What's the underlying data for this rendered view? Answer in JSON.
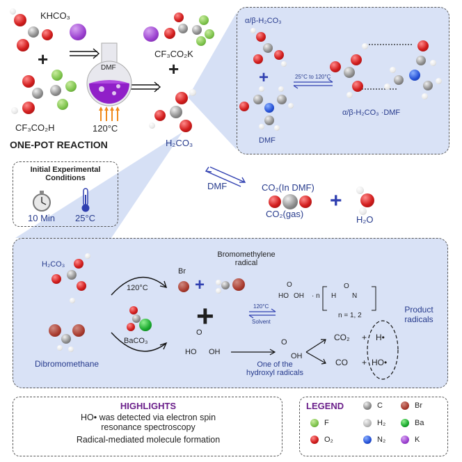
{
  "top_left": {
    "reagent1": "KHCO₃",
    "reagent2": "CF₃CO₂H",
    "flask_label": "DMF",
    "temperature": "120°C",
    "title": "ONE-POT REACTION"
  },
  "top_middle": {
    "product_salt": "CF₃CO₂K",
    "product_acid": "H₂CO₃"
  },
  "top_right": {
    "species_label": "α/β-H₂CO₃",
    "equilibrium_label": "25°C to 120°C",
    "dmf_label": "DMF",
    "complex_label": "α/β-H₂CO₃ ·DMF"
  },
  "conditions": {
    "title_line1": "Initial Experimental",
    "title_line2": "Conditions",
    "time": "10 Min",
    "temp": "25°C"
  },
  "decomposition": {
    "solvent": "DMF",
    "co2_dmf": "CO₂(In DMF)",
    "co2_gas": "CO₂(gas)",
    "water": "H₂O"
  },
  "bottom_panel": {
    "h2co3": "H₂CO₃",
    "dibromomethane": "Dibromomethane",
    "temp_top": "120°C",
    "baco3": "BaCO₃",
    "br": "Br",
    "radical_line1": "Bromomethylene",
    "radical_line2": "radical",
    "eq_temp": "120°C",
    "eq_solvent": "Solvent",
    "complex_n": "n = 1, 2",
    "hoh_1": "HO",
    "hoh_2": "OH",
    "complex_acid": "HO",
    "complex_acid2": "OH",
    "complex_dot_n": "· n",
    "amide_h": "H",
    "amide_n": "N",
    "amide_o": "O",
    "acid_o": "O",
    "radical_o": "O",
    "radical_oh": "OH",
    "hydroxyl_line1": "One of the",
    "hydroxyl_line2": "hydroxyl radicals",
    "co2": "CO₂",
    "co": "CO",
    "plus1": "+",
    "plus2": "+",
    "h_rad": "H•",
    "ho_rad": "HO•",
    "product_line1": "Product",
    "product_line2": "radicals"
  },
  "highlights": {
    "title": "HIGHLIGHTS",
    "line1": "HO• was detected via electron spin",
    "line2": "resonance spectroscopy",
    "line3": "Radical-mediated molecule formation"
  },
  "legend": {
    "title": "LEGEND",
    "items": [
      {
        "symbol": "C",
        "color": "#8a8a8a"
      },
      {
        "symbol": "Br",
        "color": "#a83a2e"
      },
      {
        "symbol": "F",
        "color": "#7cc24a"
      },
      {
        "symbol": "H₂",
        "color": "#cfcfcf"
      },
      {
        "symbol": "Ba",
        "color": "#18a82c"
      },
      {
        "symbol": "O₂",
        "color": "#d21d1d"
      },
      {
        "symbol": "N₂",
        "color": "#2450d6"
      },
      {
        "symbol": "K",
        "color": "#9a3fcf"
      }
    ]
  }
}
